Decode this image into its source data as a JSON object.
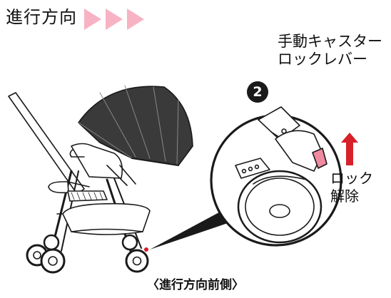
{
  "header": {
    "direction_label": "進行方向"
  },
  "callout": {
    "lever_label_line1": "手動キャスター",
    "lever_label_line2": "ロックレバー",
    "step_number": "2",
    "lock_label_line1": "ロック",
    "lock_label_line2": "解除"
  },
  "caption": "〈進行方向前側〉",
  "colors": {
    "direction_arrows": "#f7b3c4",
    "lock_arrow": "#d8202a",
    "lever_pink": "#f08aa0",
    "line": "#1a1a1a"
  }
}
